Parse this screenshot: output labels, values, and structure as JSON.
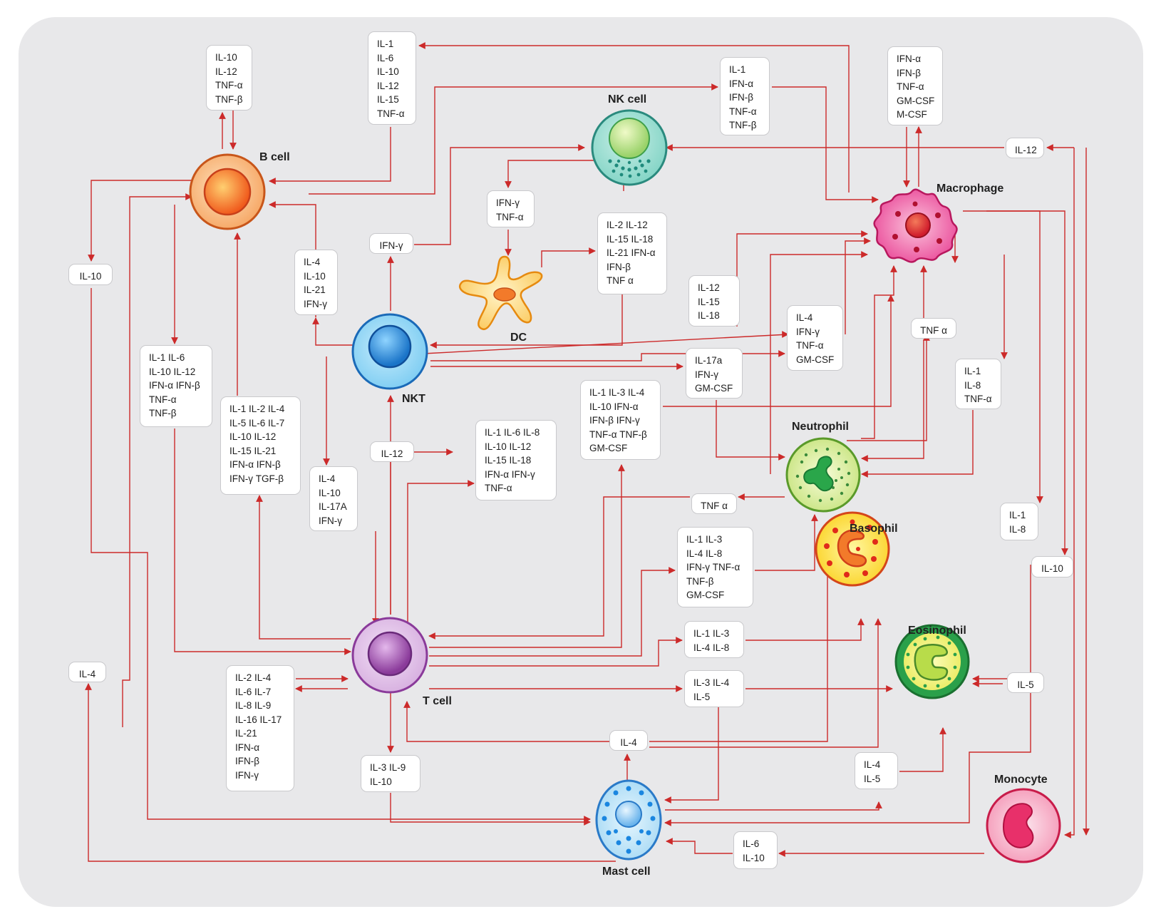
{
  "cells": {
    "b_cell": "B cell",
    "nk_cell": "NK cell",
    "macrophage": "Macrophage",
    "dc": "DC",
    "nkt": "NKT",
    "neutrophil": "Neutrophil",
    "basophil": "Basophil",
    "eosinophil": "Eosinophil",
    "t_cell": "T cell",
    "monocyte": "Monocyte",
    "mast_cell": "Mast cell"
  },
  "boxes": {
    "b_il10_12_tnf": "IL-10\nIL-12\nTNF-α\nTNF-β",
    "il1_6_10_12_15_tnf": "IL-1\nIL-6\nIL-10\nIL-12\nIL-15\nTNF-α",
    "il1_ifn_tnf": "IL-1\nIFN-α\nIFN-β\nTNF-α\nTNF-β",
    "mac_ifn_gmcsf": "IFN-α\nIFN-β\nTNF-α\nGM-CSF\nM-CSF",
    "il12_right": "IL-12",
    "ifng_tnfa": "IFN-γ\nTNF-α",
    "il2_15_21": "IL-2 IL-12\nIL-15 IL-18\nIL-21 IFN-α\nIFN-β\nTNF α",
    "ifng_nkt": "IFN-γ",
    "il10_left": "IL-10",
    "il4_10_21_ifng": "IL-4\nIL-10\nIL-21\nIFN-γ",
    "il12_15_18": "IL-12\nIL-15\nIL-18",
    "il4_ifng_tnfa_gmcsf": "IL-4\nIFN-γ\nTNF-α\nGM-CSF",
    "tnf_alpha_mac": "TNF α",
    "il1_8_tnfa": "IL-1\nIL-8\nTNF-α",
    "il1_6_10_12_ifn_tnf": "IL-1 IL-6\nIL-10 IL-12\nIFN-α IFN-β\nTNF-α\nTNF-β",
    "il1_2_4_long": "IL-1 IL-2 IL-4\nIL-5 IL-6 IL-7\nIL-10 IL-12\nIL-15 IL-21\nIFN-α IFN-β\nIFN-γ TGF-β",
    "il17a_ifng_gmcsf": "IL-17a\nIFN-γ\nGM-CSF",
    "il1_3_4_10_ifn": "IL-1 IL-3 IL-4\nIL-10 IFN-α\nIFN-β IFN-γ\nTNF-α TNF-β\nGM-CSF",
    "il12_tcell": "IL-12",
    "il1_6_8_10_12_15_18": "IL-1 IL-6 IL-8\nIL-10 IL-12\nIL-15 IL-18\nIFN-α IFN-γ\nTNF-α",
    "il4_10_17a_ifng": "IL-4\nIL-10\nIL-17A\nIFN-γ",
    "tnf_alpha_neut": "TNF α",
    "il1_8_baso": "IL-1\nIL-8",
    "il10_monocyte": "IL-10",
    "il1_3_4_8_ifng": "IL-1 IL-3\nIL-4 IL-8\nIFN-γ TNF-α\nTNF-β\nGM-CSF",
    "il1_3_4_8_short": "IL-1 IL-3\nIL-4 IL-8",
    "il4_left": "IL-4",
    "il2_4_6_long": "IL-2 IL-4\nIL-6 IL-7\nIL-8 IL-9\nIL-16 IL-17\nIL-21\nIFN-α\nIFN-β\nIFN-γ",
    "il3_4_5": "IL-3 IL-4\nIL-5",
    "il5_eos": "IL-5",
    "il4_mast": "IL-4",
    "il3_9_10": "IL-3 IL-9\nIL-10",
    "il4_5_eos": "IL-4\nIL-5",
    "il6_10": "IL-6\nIL-10"
  },
  "colors": {
    "arrow": "#cc2a2a",
    "panel": "#e8e8ea",
    "b_cell": "#f08a3a",
    "nk_cell": "#3fb1a2",
    "macrophage": "#e0207a",
    "dc": "#f6a41c",
    "nkt": "#2a8ad8",
    "neutrophil": "#7cc242",
    "basophil": "#f4a21a",
    "eosinophil": "#3aa64c",
    "t_cell": "#a050b0",
    "monocyte": "#e8306a",
    "mast_cell": "#3a9ae0"
  }
}
